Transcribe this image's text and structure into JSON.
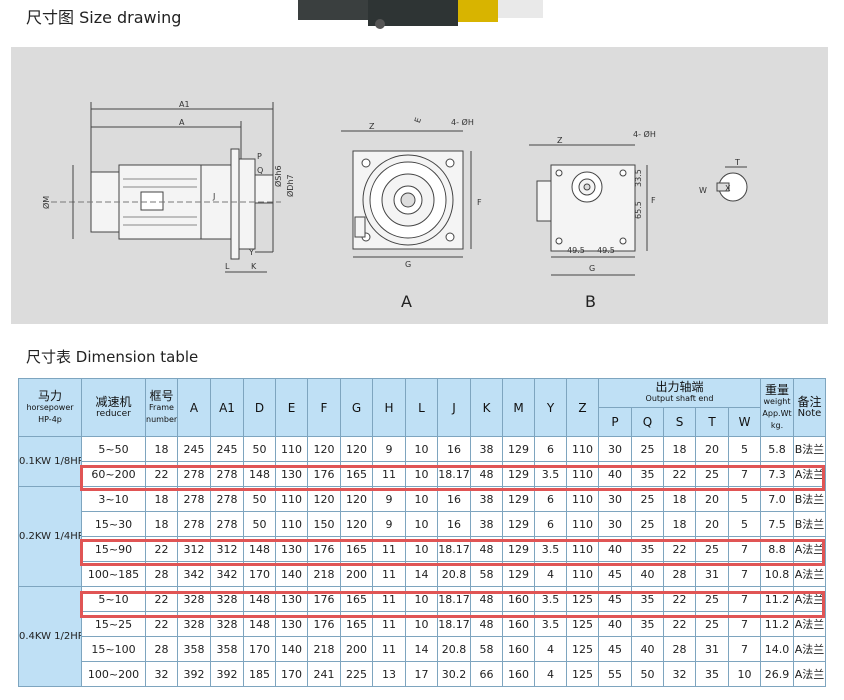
{
  "headings": {
    "size_drawing": "尺寸图 Size drawing",
    "dimension_table": "尺寸表  Dimension table"
  },
  "drawing": {
    "labels": {
      "a1": "A1",
      "a": "A",
      "phi_m": "ØM",
      "p": "P",
      "q": "Q",
      "phi_sh6": "ØSh6",
      "phi_dh7": "ØDh7",
      "j": "J",
      "y": "Y",
      "l": "L",
      "k": "K",
      "z": "Z",
      "e": "E",
      "four_phi_h": "4- ØH",
      "f": "F",
      "g": "G",
      "v33": "33.5",
      "v65": "65.5",
      "v49a": "49.5",
      "v49b": "49.5",
      "t": "T",
      "w": "W",
      "x": "X"
    },
    "caption_a": "A",
    "caption_b": "B"
  },
  "table": {
    "headers": {
      "hp_cn": "马力",
      "hp_en1": "horsepower",
      "hp_en2": "HP-4p",
      "reducer_cn": "减速机",
      "reducer_en": "reducer",
      "frame_cn": "框号",
      "frame_en1": "Frame",
      "frame_en2": "number",
      "cols": [
        "A",
        "A1",
        "D",
        "E",
        "F",
        "G",
        "H",
        "L",
        "J",
        "K",
        "M",
        "Y",
        "Z"
      ],
      "output_cn": "出力轴端",
      "output_en": "Output shaft end",
      "output_cols": [
        "P",
        "Q",
        "S",
        "T",
        "W"
      ],
      "weight_cn": "重量",
      "weight_en1": "weight",
      "weight_en2": "App.Wt",
      "weight_en3": "kg.",
      "note_cn": "备注",
      "note_en": "Note"
    },
    "groups": [
      {
        "hp": "0.1KW 1/8HP",
        "rows": [
          [
            "5~50",
            "18",
            "245",
            "245",
            "50",
            "110",
            "120",
            "120",
            "9",
            "10",
            "16",
            "38",
            "129",
            "6",
            "110",
            "30",
            "25",
            "18",
            "20",
            "5",
            "5.8",
            "B法兰"
          ],
          [
            "60~200",
            "22",
            "278",
            "278",
            "148",
            "130",
            "176",
            "165",
            "11",
            "10",
            "18.17",
            "48",
            "129",
            "3.5",
            "110",
            "40",
            "35",
            "22",
            "25",
            "7",
            "7.3",
            "A法兰"
          ]
        ]
      },
      {
        "hp": "0.2KW 1/4HP",
        "rows": [
          [
            "3~10",
            "18",
            "278",
            "278",
            "50",
            "110",
            "120",
            "120",
            "9",
            "10",
            "16",
            "38",
            "129",
            "6",
            "110",
            "30",
            "25",
            "18",
            "20",
            "5",
            "7.0",
            "B法兰"
          ],
          [
            "15~30",
            "18",
            "278",
            "278",
            "50",
            "110",
            "150",
            "120",
            "9",
            "10",
            "16",
            "38",
            "129",
            "6",
            "110",
            "30",
            "25",
            "18",
            "20",
            "5",
            "7.5",
            "B法兰"
          ],
          [
            "15~90",
            "22",
            "312",
            "312",
            "148",
            "130",
            "176",
            "165",
            "11",
            "10",
            "18.17",
            "48",
            "129",
            "3.5",
            "110",
            "40",
            "35",
            "22",
            "25",
            "7",
            "8.8",
            "A法兰"
          ],
          [
            "100~185",
            "28",
            "342",
            "342",
            "170",
            "140",
            "218",
            "200",
            "11",
            "14",
            "20.8",
            "58",
            "129",
            "4",
            "110",
            "45",
            "40",
            "28",
            "31",
            "7",
            "10.8",
            "A法兰"
          ]
        ]
      },
      {
        "hp": "0.4KW 1/2HP",
        "rows": [
          [
            "5~10",
            "22",
            "328",
            "328",
            "148",
            "130",
            "176",
            "165",
            "11",
            "10",
            "18.17",
            "48",
            "160",
            "3.5",
            "125",
            "45",
            "35",
            "22",
            "25",
            "7",
            "11.2",
            "A法兰"
          ],
          [
            "15~25",
            "22",
            "328",
            "328",
            "148",
            "130",
            "176",
            "165",
            "11",
            "10",
            "18.17",
            "48",
            "160",
            "3.5",
            "125",
            "40",
            "35",
            "22",
            "25",
            "7",
            "11.2",
            "A法兰"
          ],
          [
            "15~100",
            "28",
            "358",
            "358",
            "170",
            "140",
            "218",
            "200",
            "11",
            "14",
            "20.8",
            "58",
            "160",
            "4",
            "125",
            "45",
            "40",
            "28",
            "31",
            "7",
            "14.0",
            "A法兰"
          ],
          [
            "100~200",
            "32",
            "392",
            "392",
            "185",
            "170",
            "241",
            "225",
            "13",
            "17",
            "30.2",
            "66",
            "160",
            "4",
            "125",
            "55",
            "50",
            "32",
            "35",
            "10",
            "26.9",
            "A法兰"
          ]
        ]
      }
    ],
    "highlight_color": "#e05555",
    "header_color": "#bfe0f5",
    "border_color": "#7ea5bf"
  }
}
